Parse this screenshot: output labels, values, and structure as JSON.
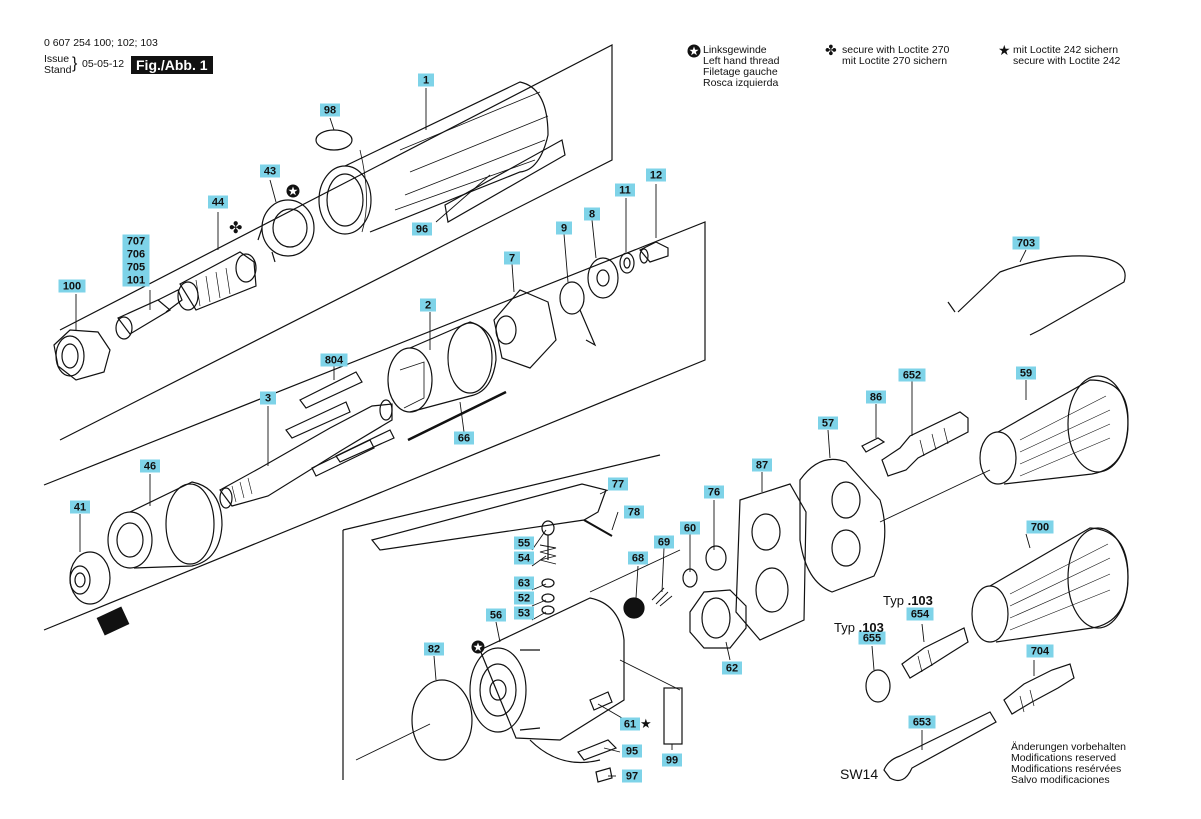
{
  "header": {
    "part_number": "0 607 254 100; 102; 103",
    "issue_label": "Issue",
    "stand_label": "Stand",
    "date": "05-05-12",
    "figure_badge": "Fig./Abb. 1"
  },
  "legend": {
    "left_thread": {
      "icon": "left-thread-symbol",
      "lines": [
        "Linksgewinde",
        "Left hand thread",
        "Filetage gauche",
        "Rosca izquierda"
      ]
    },
    "loctite_270": {
      "icon": "loctite-270-symbol",
      "lines": [
        "secure with Loctite 270",
        "mit Loctite 270 sichern"
      ]
    },
    "loctite_242": {
      "icon": "loctite-242-star",
      "lines": [
        "mit Loctite 242 sichern",
        "secure with Loctite 242"
      ]
    }
  },
  "labels": {
    "p1": "1",
    "p98": "98",
    "p43": "43",
    "p96": "96",
    "p44": "44",
    "p707": "707",
    "p706": "706",
    "p705": "705",
    "p101": "101",
    "p100": "100",
    "p12": "12",
    "p11": "11",
    "p8": "8",
    "p9": "9",
    "p7": "7",
    "p2": "2",
    "p804": "804",
    "p3": "3",
    "p66": "66",
    "p46": "46",
    "p41": "41",
    "p703": "703",
    "p86": "86",
    "p652": "652",
    "p59": "59",
    "p57": "57",
    "p87": "87",
    "p77": "77",
    "p78": "78",
    "p76": "76",
    "p60": "60",
    "p69": "69",
    "p68": "68",
    "p55": "55",
    "p54": "54",
    "p63": "63",
    "p52": "52",
    "p53": "53",
    "p56": "56",
    "p82": "82",
    "p62": "62",
    "p61": "61",
    "p95": "95",
    "p97": "97",
    "p99": "99",
    "p700": "700",
    "p654": "654",
    "p655": "655",
    "p704": "704",
    "p653": "653"
  },
  "typ_labels": {
    "prefix": "Typ",
    "value": ".103"
  },
  "wrench_size": "SW14",
  "footer": {
    "lines": [
      "Änderungen vorbehalten",
      "Modifications reserved",
      "Modifications resérvées",
      "Salvo modificaciones"
    ]
  },
  "colors": {
    "label_box": "#7ed3e8",
    "ink": "#111111",
    "background": "#ffffff"
  }
}
